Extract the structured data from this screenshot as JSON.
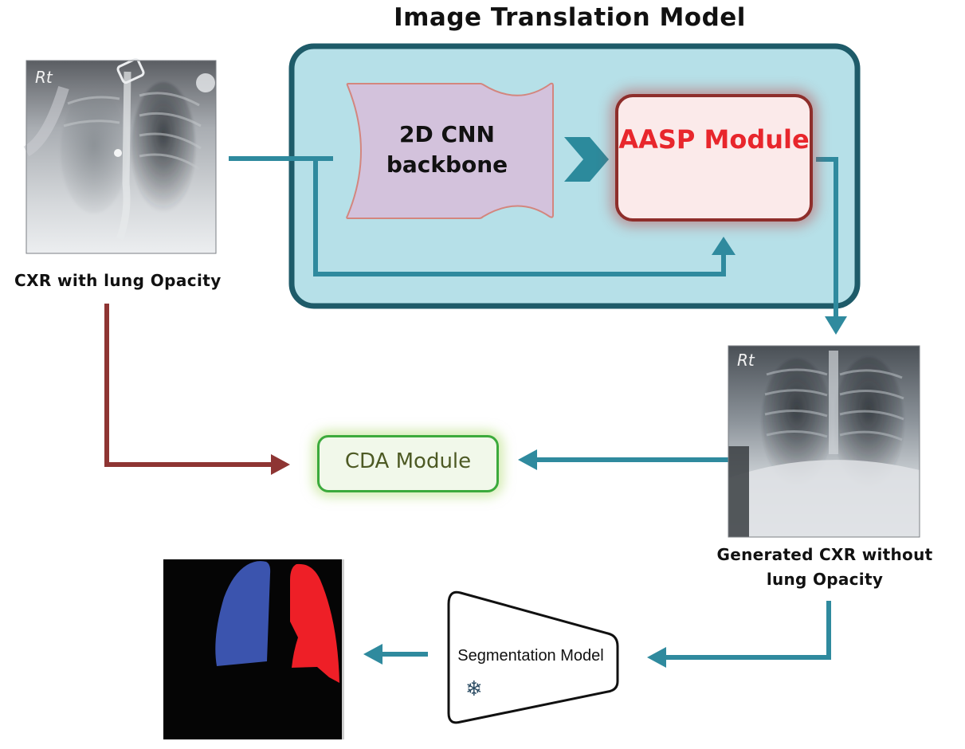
{
  "title": "Image Translation Model",
  "input_caption": "CXR with lung Opacity",
  "output_caption": "Generated CXR without lung Opacity",
  "cnn_label": "2D CNN backbone",
  "aasp_label": "AASP Module",
  "cda_label": "CDA Module",
  "segmentation_label": "Segmentation Model",
  "xray_marker": "Rt",
  "colors": {
    "teal_arrow": "#2f8a9e",
    "red_arrow": "#8e3533",
    "translation_box_fill": "#b6e0e8",
    "translation_box_border": "#1e5b69",
    "cnn_fill": "#d3c2dc",
    "aasp_text": "#e8262c",
    "cda_border": "#3caa3c",
    "left_lung": "#3b54ae",
    "right_lung": "#ee1f27"
  },
  "icons": {
    "frozen": "snowflake-icon"
  }
}
